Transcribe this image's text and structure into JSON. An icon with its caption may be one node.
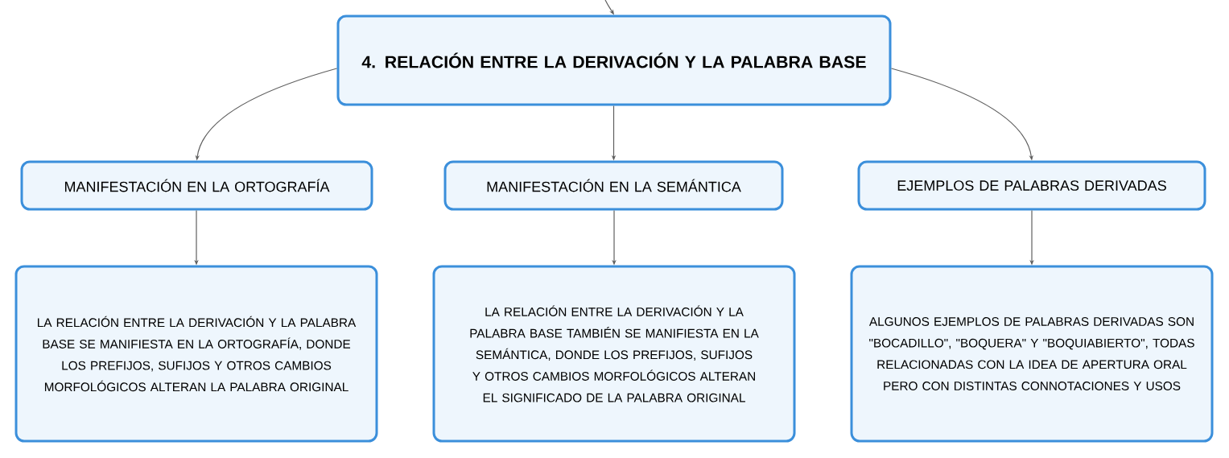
{
  "diagram": {
    "nodes": [
      {
        "text": [
          "4. RELACIÓN ENTRE LA DERIVACIÓN Y LA PALABRA BASE"
        ]
      },
      {
        "text": [
          "MANIFESTACIÓN EN LA ORTOGRAFÍA"
        ]
      },
      {
        "text": [
          "MANIFESTACIÓN EN LA SEMÁNTICA"
        ]
      },
      {
        "text": [
          "EJEMPLOS DE PALABRAS DERIVADAS"
        ]
      },
      {
        "text": [
          "LA RELACIÓN ENTRE LA DERIVACIÓN Y LA PALABRA BASE SE MANIFIESTA EN LA ORTOGRAFÍA, DONDE LOS PREFIJOS, SUFIJOS Y OTROS CAMBIOS MORFOLÓGICOS ALTERAN LA PALABRA ORIGINAL"
        ]
      },
      {
        "text": [
          "LA RELACIÓN ENTRE LA DERIVACIÓN Y LA PALABRA BASE TAMBIÉN SE MANIFIESTA EN LA SEMÁNTICA, DONDE LOS PREFIJOS, SUFIJOS Y OTROS CAMBIOS MORFOLÓGICOS ALTERAN EL SIGNIFICADO DE LA PALABRA ORIGINAL"
        ]
      },
      {
        "text": [
          "ALGUNOS EJEMPLOS DE PALABRAS DERIVADAS SON \"BOCADILLO\", \"BOQUERA\" Y \"BOQUIABIERTO\", TODAS RELACIONADAS CON LA IDEA DE APERTURA ORAL PERO CON DISTINTAS CONNOTACIONES Y USOS"
        ]
      }
    ],
    "edges": [
      {
        "from": null,
        "to": 0,
        "arrow": "to"
      },
      {
        "from": 0,
        "to": 1,
        "arrow": "to"
      },
      {
        "from": 0,
        "to": 2,
        "arrow": "to"
      },
      {
        "from": 0,
        "to": 3,
        "arrow": "to"
      },
      {
        "from": 1,
        "to": 4,
        "arrow": "to"
      },
      {
        "from": 2,
        "to": 5,
        "arrow": "to"
      },
      {
        "from": 3,
        "to": 6,
        "arrow": "to"
      }
    ]
  }
}
